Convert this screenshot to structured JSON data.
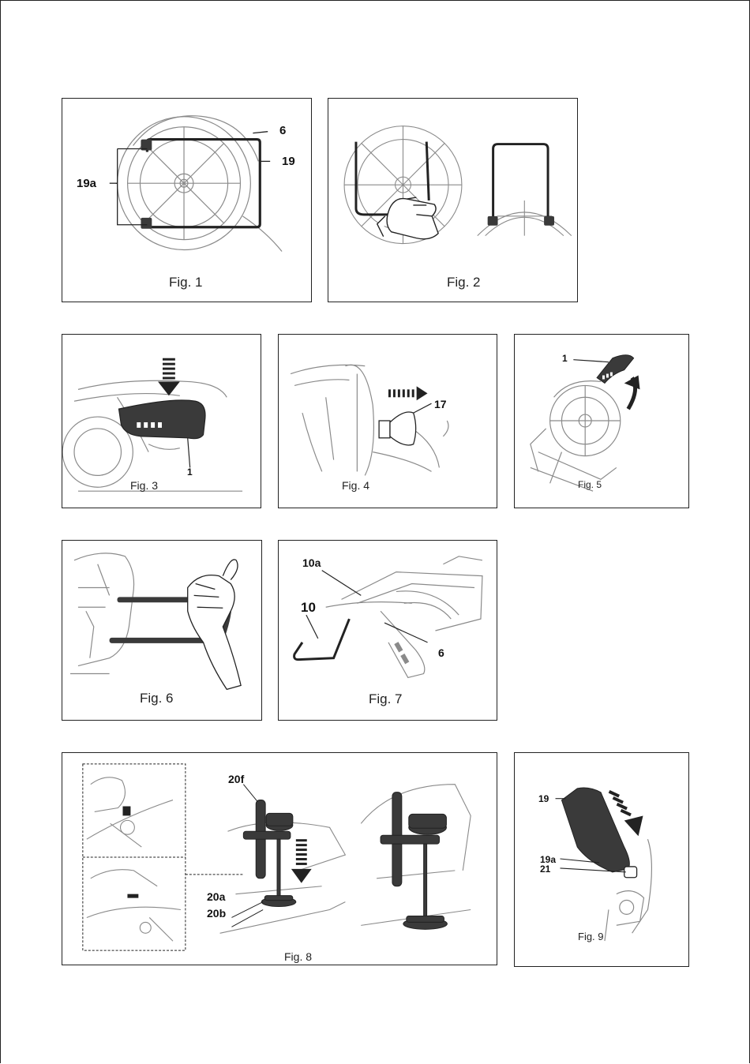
{
  "figures": {
    "fig1": {
      "caption": "Fig. 1",
      "labels": {
        "l6": "6",
        "l19": "19",
        "l19a": "19a"
      }
    },
    "fig2": {
      "caption": "Fig. 2"
    },
    "fig3": {
      "caption": "Fig. 3",
      "labels": {
        "l1": "1"
      }
    },
    "fig4": {
      "caption": "Fig. 4",
      "labels": {
        "l17": "17"
      }
    },
    "fig5": {
      "caption": "Fig. 5",
      "labels": {
        "l1": "1"
      }
    },
    "fig6": {
      "caption": "Fig. 6"
    },
    "fig7": {
      "caption": "Fig. 7",
      "labels": {
        "l10a": "10a",
        "l10": "10",
        "l6": "6"
      }
    },
    "fig8": {
      "caption": "Fig. 8",
      "labels": {
        "l20f": "20f",
        "l20a": "20a",
        "l20b": "20b"
      }
    },
    "fig9": {
      "caption": "Fig. 9",
      "labels": {
        "l19": "19",
        "l19a": "19a",
        "l21": "21"
      }
    }
  },
  "colors": {
    "line": "#222222",
    "fill_dark": "#3a3a3a",
    "sketch": "#8a8a8a"
  }
}
